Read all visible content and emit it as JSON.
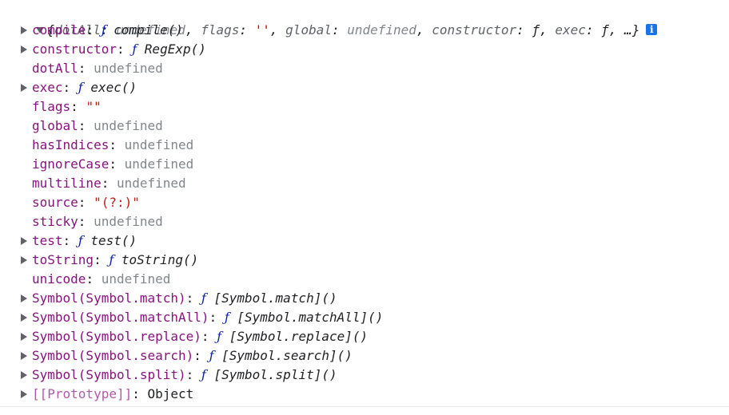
{
  "summary": {
    "open": "{",
    "pairs": [
      {
        "key": "dotAll",
        "sep": ": ",
        "value": "undefined",
        "kind": "undef",
        "comma": ", "
      },
      {
        "key": "flags",
        "sep": ": ",
        "value": "''",
        "kind": "str",
        "comma": ", "
      },
      {
        "key": "global",
        "sep": ": ",
        "value": "undefined",
        "kind": "undef",
        "comma": ", "
      },
      {
        "key": "constructor",
        "sep": ": ",
        "value": "ƒ",
        "kind": "plain",
        "comma": ", "
      },
      {
        "key": "exec",
        "sep": ": ",
        "value": "ƒ",
        "kind": "plain",
        "comma": ", "
      }
    ],
    "ellipsis": "…",
    "close": "}",
    "info_icon": "i"
  },
  "properties": [
    {
      "key": "compile",
      "type": "fn",
      "fname": "compile()",
      "expandable": true
    },
    {
      "key": "constructor",
      "type": "fn",
      "fname": "RegExp()",
      "expandable": true
    },
    {
      "key": "dotAll",
      "type": "undef",
      "value": "undefined",
      "expandable": false
    },
    {
      "key": "exec",
      "type": "fn",
      "fname": "exec()",
      "expandable": true
    },
    {
      "key": "flags",
      "type": "str",
      "value": "\"\"",
      "expandable": false
    },
    {
      "key": "global",
      "type": "undef",
      "value": "undefined",
      "expandable": false
    },
    {
      "key": "hasIndices",
      "type": "undef",
      "value": "undefined",
      "expandable": false
    },
    {
      "key": "ignoreCase",
      "type": "undef",
      "value": "undefined",
      "expandable": false
    },
    {
      "key": "multiline",
      "type": "undef",
      "value": "undefined",
      "expandable": false
    },
    {
      "key": "source",
      "type": "str",
      "value": "\"(?:)\"",
      "expandable": false
    },
    {
      "key": "sticky",
      "type": "undef",
      "value": "undefined",
      "expandable": false
    },
    {
      "key": "test",
      "type": "fn",
      "fname": "test()",
      "expandable": true
    },
    {
      "key": "toString",
      "type": "fn",
      "fname": "toString()",
      "expandable": true
    },
    {
      "key": "unicode",
      "type": "undef",
      "value": "undefined",
      "expandable": false
    },
    {
      "key": "Symbol(Symbol.match)",
      "type": "fn",
      "fname": "[Symbol.match]()",
      "expandable": true
    },
    {
      "key": "Symbol(Symbol.matchAll)",
      "type": "fn",
      "fname": "[Symbol.matchAll]()",
      "expandable": true
    },
    {
      "key": "Symbol(Symbol.replace)",
      "type": "fn",
      "fname": "[Symbol.replace]()",
      "expandable": true
    },
    {
      "key": "Symbol(Symbol.search)",
      "type": "fn",
      "fname": "[Symbol.search]()",
      "expandable": true
    },
    {
      "key": "Symbol(Symbol.split)",
      "type": "fn",
      "fname": "[Symbol.split]()",
      "expandable": true
    },
    {
      "key": "[[Prototype]]",
      "type": "obj",
      "value": "Object",
      "expandable": true,
      "dim": true
    }
  ],
  "fn_glyph": "ƒ",
  "colon": ": "
}
